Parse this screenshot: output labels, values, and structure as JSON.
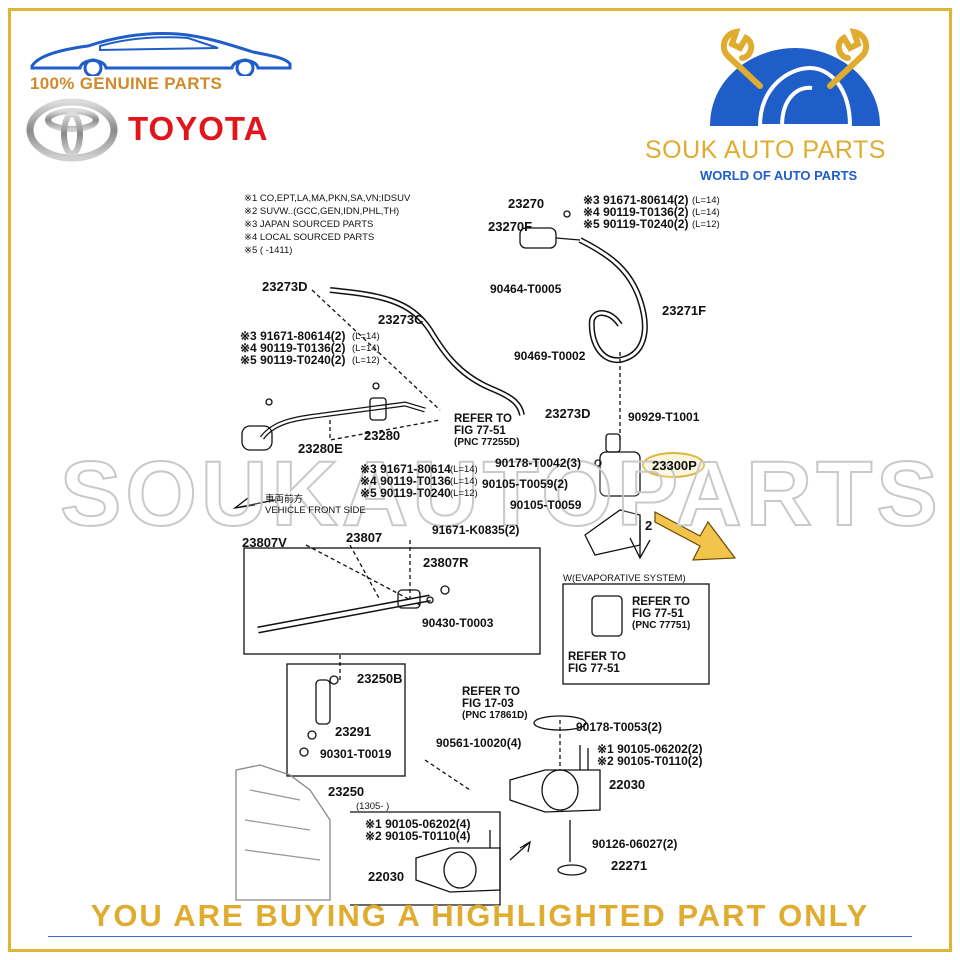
{
  "header": {
    "genuine_text": "100% GENUINE PARTS",
    "brand_name": "TOYOTA",
    "seller_name": "SOUK AUTO PARTS",
    "seller_tagline": "WORLD OF AUTO PARTS"
  },
  "watermark": "SOUKAUTOPARTS",
  "footer": {
    "banner": "YOU ARE BUYING A HIGHLIGHTED PART ONLY"
  },
  "colors": {
    "gold": "#e0ac30",
    "blue": "#1f5ec8",
    "red": "#e4141b",
    "highlight": "#e0b43a"
  },
  "diagram": {
    "notes": [
      "※1 CO,EPT,LA,MA,PKN,SA,VN;IDSUV",
      "※2 SUVW..(GCC,GEN,IDN,PHL,TH)",
      "※3 JAPAN SOURCED PARTS",
      "※4 LOCAL SOURCED PARTS",
      "※5 (      -1411)"
    ],
    "top_right_bolts": [
      "※3 91671-80614(2)",
      "※4 90119-T0136(2)",
      "※5 90119-T0240(2)"
    ],
    "top_right_bolt_notes": [
      "(L=14)",
      "(L=14)",
      "(L=12)"
    ],
    "left_bolts": [
      "※3 91671-80614(2)",
      "※4 90119-T0136(2)",
      "※5 90119-T0240(2)"
    ],
    "left_bolt_notes": [
      "(L=14)",
      "(L=14)",
      "(L=12)"
    ],
    "mid_bolts": [
      "※3 91671-80614",
      "※4 90119-T0136",
      "※5 90119-T0240"
    ],
    "mid_bolt_notes": [
      "(L=14)",
      "(L=14)",
      "(L=12)"
    ],
    "parts": {
      "p23270": "23270",
      "p23270F": "23270F",
      "p23273D_a": "23273D",
      "p23273C": "23273C",
      "p90464": "90464-T0005",
      "p23271F": "23271F",
      "p90469": "90469-T0002",
      "p23273D_b": "23273D",
      "p90929": "90929-T1001",
      "p23280": "23280",
      "p23280E": "23280E",
      "p90178a": "90178-T0042(3)",
      "p23300P": "23300P",
      "p90105a": "90105-T0059(2)",
      "p90105b": "90105-T0059",
      "p23807V": "23807V",
      "p23807": "23807",
      "p91671k": "91671-K0835(2)",
      "p23807R": "23807R",
      "p90430": "90430-T0003",
      "p23250B": "23250B",
      "p23291": "23291",
      "p90301": "90301-T0019",
      "p90561": "90561-10020(4)",
      "p23250": "23250",
      "p90178b": "90178-T0053(2)",
      "p90105_06202": "※1 90105-06202(2)",
      "p90105_T0110": "※2 90105-T0110(2)",
      "p22030a": "22030",
      "p90126": "90126-06027(2)",
      "p22271": "22271",
      "p22030b": "22030",
      "box_1305": "(1305-      )",
      "box_bolt1": "※1 90105-06202(4)",
      "box_bolt2": "※2 90105-T0110(4)",
      "p2_partial": "2"
    },
    "refer": {
      "r1": [
        "REFER TO",
        "FIG 77-51",
        "(PNC 77255D)"
      ],
      "r2": [
        "REFER TO",
        "FIG 77-51",
        "(PNC 77751)"
      ],
      "r3": [
        "REFER TO",
        "FIG 77-51"
      ],
      "r4": [
        "REFER TO",
        "FIG 17-03",
        "(PNC 17861D)"
      ]
    },
    "vehicle_front_jp": "車両前方",
    "vehicle_front": "VEHICLE FRONT SIDE",
    "evap_label": "W(EVAPORATIVE SYSTEM)"
  }
}
